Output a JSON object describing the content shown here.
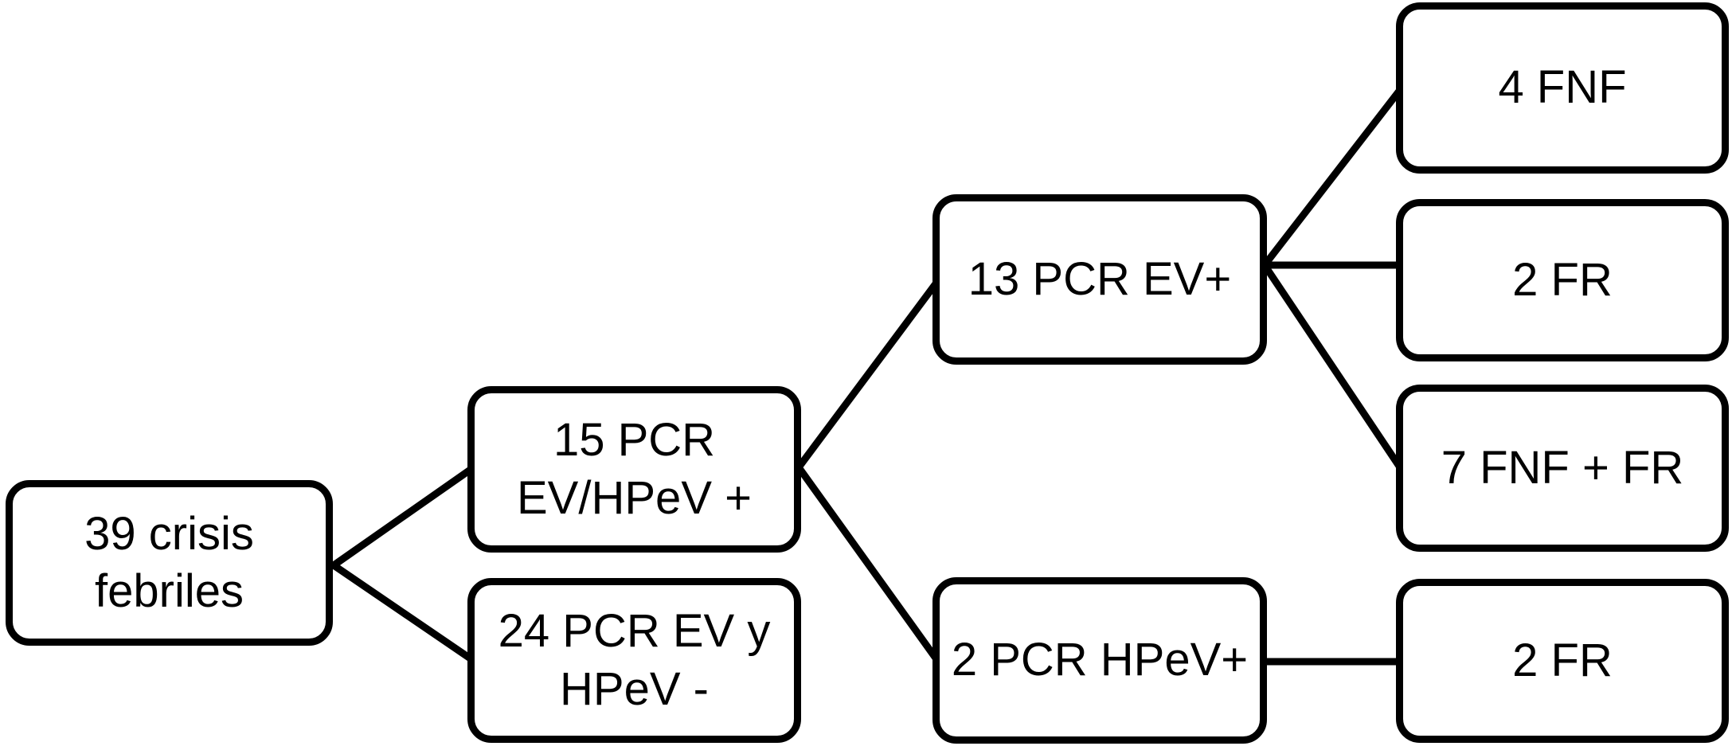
{
  "diagram": {
    "type": "flowchart",
    "colors": {
      "background": "#ffffff",
      "box_fill": "#ffffff",
      "box_border": "#000000",
      "connector": "#000000",
      "text": "#000000"
    },
    "nodes": [
      {
        "id": "crisis-febriles",
        "label": "39 crisis febriles",
        "lines": [
          "39 crisis",
          "febriles"
        ]
      },
      {
        "id": "pcr-ev-hpev-pos",
        "label": "15 PCR EV/HPeV +",
        "lines": [
          "15 PCR",
          "EV/HPeV +"
        ]
      },
      {
        "id": "pcr-ev-hpev-neg",
        "label": "24 PCR EV y HPeV -",
        "lines": [
          "24 PCR EV y",
          "HPeV -"
        ]
      },
      {
        "id": "pcr-ev-pos",
        "label": "13 PCR EV+",
        "lines": [
          "13 PCR EV+"
        ]
      },
      {
        "id": "pcr-hpev-pos",
        "label": "2 PCR HPeV+",
        "lines": [
          "2 PCR HPeV+"
        ]
      },
      {
        "id": "fnf",
        "label": "4 FNF",
        "lines": [
          "4 FNF"
        ]
      },
      {
        "id": "fr-ev",
        "label": "2 FR",
        "lines": [
          "2 FR"
        ]
      },
      {
        "id": "fnf-fr",
        "label": "7 FNF + FR",
        "lines": [
          "7 FNF + FR"
        ]
      },
      {
        "id": "fr-hpev",
        "label": "2 FR",
        "lines": [
          "2 FR"
        ]
      }
    ],
    "edges": [
      {
        "from": "39 crisis febriles",
        "to": "15 PCR EV/HPeV +"
      },
      {
        "from": "39 crisis febriles",
        "to": "24 PCR EV y HPeV -"
      },
      {
        "from": "15 PCR EV/HPeV +",
        "to": "13 PCR EV+"
      },
      {
        "from": "15 PCR EV/HPeV +",
        "to": "2 PCR HPeV+"
      },
      {
        "from": "13 PCR EV+",
        "to": "4 FNF"
      },
      {
        "from": "13 PCR EV+",
        "to": "2 FR"
      },
      {
        "from": "13 PCR EV+",
        "to": "7 FNF + FR"
      },
      {
        "from": "2 PCR HPeV+",
        "to": "2 FR"
      }
    ]
  }
}
